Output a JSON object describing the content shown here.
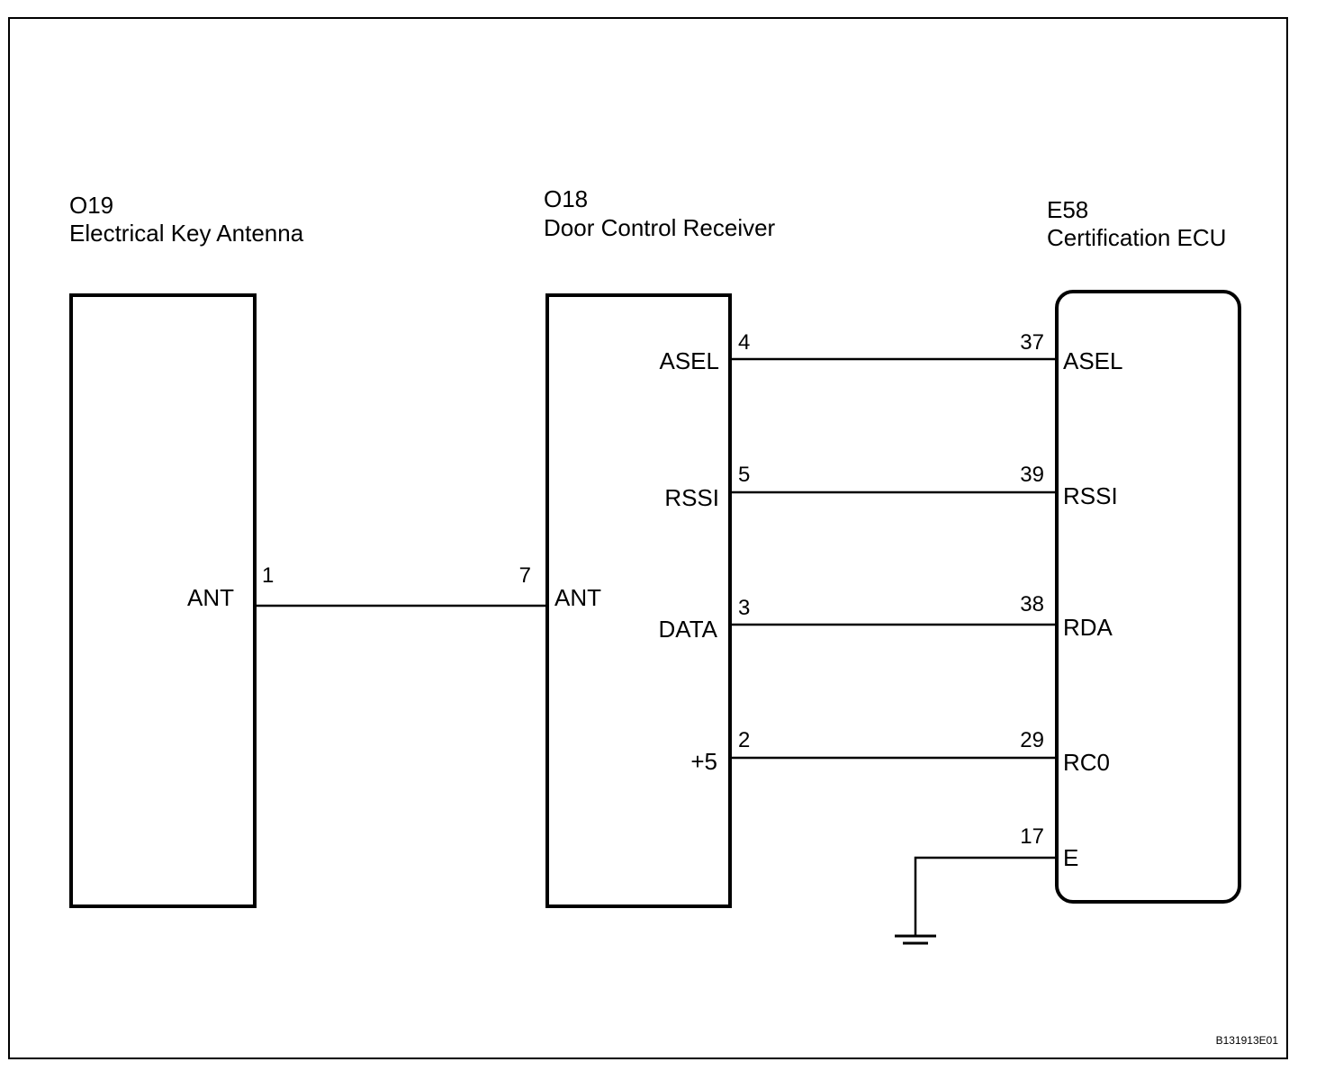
{
  "components": {
    "antenna": {
      "code": "O19",
      "name": "Electrical Key Antenna",
      "pins": [
        {
          "num": "1",
          "sig": "ANT"
        }
      ]
    },
    "receiver": {
      "code": "O18",
      "name": "Door Control Receiver",
      "ant_pin": {
        "num": "7",
        "sig": "ANT"
      },
      "pins": [
        {
          "num": "4",
          "sig": "ASEL"
        },
        {
          "num": "5",
          "sig": "RSSI"
        },
        {
          "num": "3",
          "sig": "DATA"
        },
        {
          "num": "2",
          "sig": "+5"
        }
      ]
    },
    "ecu": {
      "code": "E58",
      "name": "Certification ECU",
      "pins": [
        {
          "num": "37",
          "sig": "ASEL"
        },
        {
          "num": "39",
          "sig": "RSSI"
        },
        {
          "num": "38",
          "sig": "RDA"
        },
        {
          "num": "29",
          "sig": "RC0"
        },
        {
          "num": "17",
          "sig": "E"
        }
      ]
    }
  },
  "connections": [
    {
      "from": "O19-1",
      "to": "O18-7"
    },
    {
      "from": "O18-4",
      "to": "E58-37"
    },
    {
      "from": "O18-5",
      "to": "E58-39"
    },
    {
      "from": "O18-3",
      "to": "E58-38"
    },
    {
      "from": "O18-2",
      "to": "E58-29"
    },
    {
      "from": "E58-17",
      "to": "ground"
    }
  ],
  "figure_code": "B131913E01"
}
